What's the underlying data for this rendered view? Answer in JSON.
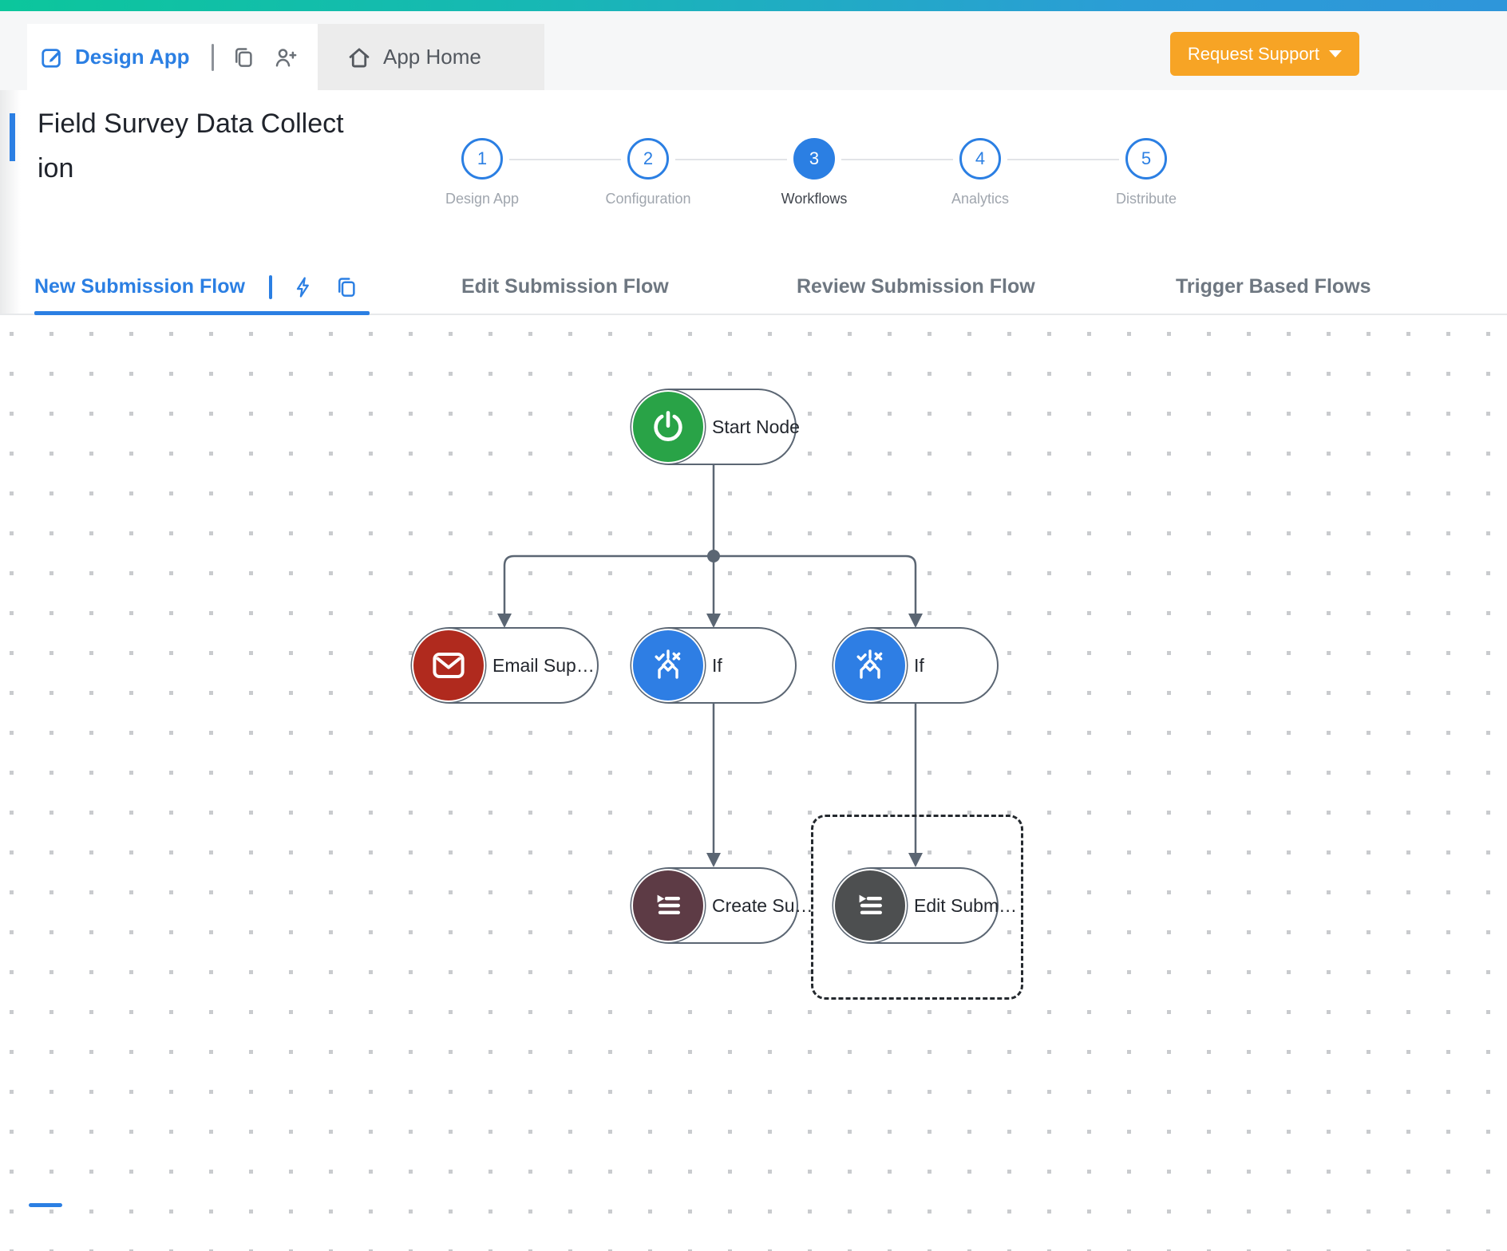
{
  "header": {
    "design_app_label": "Design App",
    "app_home_label": "App Home",
    "request_support_label": "Request Support"
  },
  "app": {
    "title_line1": "Field Survey Data Collect",
    "title_line2": "ion"
  },
  "stepper": {
    "active_step": "Workflows",
    "steps": [
      {
        "number": "1",
        "label": "Design App",
        "state": "inactive"
      },
      {
        "number": "2",
        "label": "Configuration",
        "state": "inactive"
      },
      {
        "number": "3",
        "label": "Workflows",
        "state": "active"
      },
      {
        "number": "4",
        "label": "Analytics",
        "state": "inactive"
      },
      {
        "number": "5",
        "label": "Distribute",
        "state": "inactive"
      }
    ]
  },
  "tabs": {
    "active_tab": "New Submission Flow",
    "items": [
      {
        "label": "New Submission Flow",
        "active": true
      },
      {
        "label": "Edit Submission Flow",
        "active": false
      },
      {
        "label": "Review Submission Flow",
        "active": false
      },
      {
        "label": "Trigger Based Flows",
        "active": false
      }
    ]
  },
  "flow": {
    "nodes": [
      {
        "id": "start",
        "label": "Start Node",
        "icon": "power-icon",
        "color": "#29a347",
        "selected": false
      },
      {
        "id": "email",
        "label": "Email Sup…",
        "icon": "envelope-icon",
        "color": "#b02a1e",
        "selected": false
      },
      {
        "id": "if-1",
        "label": "If",
        "icon": "condition-icon",
        "color": "#2e7ee4",
        "selected": false
      },
      {
        "id": "if-2",
        "label": "If",
        "icon": "condition-icon",
        "color": "#2e7ee4",
        "selected": false
      },
      {
        "id": "create",
        "label": "Create Su…",
        "icon": "form-list-icon",
        "color": "#5d3b45",
        "selected": false
      },
      {
        "id": "edit",
        "label": "Edit Subm…",
        "icon": "form-list-icon",
        "color": "#4d4f50",
        "selected": true
      }
    ],
    "edges": [
      {
        "from": "start",
        "to": "email"
      },
      {
        "from": "start",
        "to": "if-1"
      },
      {
        "from": "start",
        "to": "if-2"
      },
      {
        "from": "if-1",
        "to": "create"
      },
      {
        "from": "if-2",
        "to": "edit"
      }
    ]
  },
  "colors": {
    "topbar_gradient_left": "#0cc69c",
    "topbar_gradient_right": "#2e96da",
    "accent_blue": "#2b7fe3",
    "support_button_orange": "#f7a425",
    "connector_gray": "#5b6673",
    "node_green": "#29a347",
    "node_red": "#b02a1e",
    "node_blue": "#2e7ee4",
    "node_maroon": "#5d3b45",
    "node_gray": "#4d4f50"
  }
}
